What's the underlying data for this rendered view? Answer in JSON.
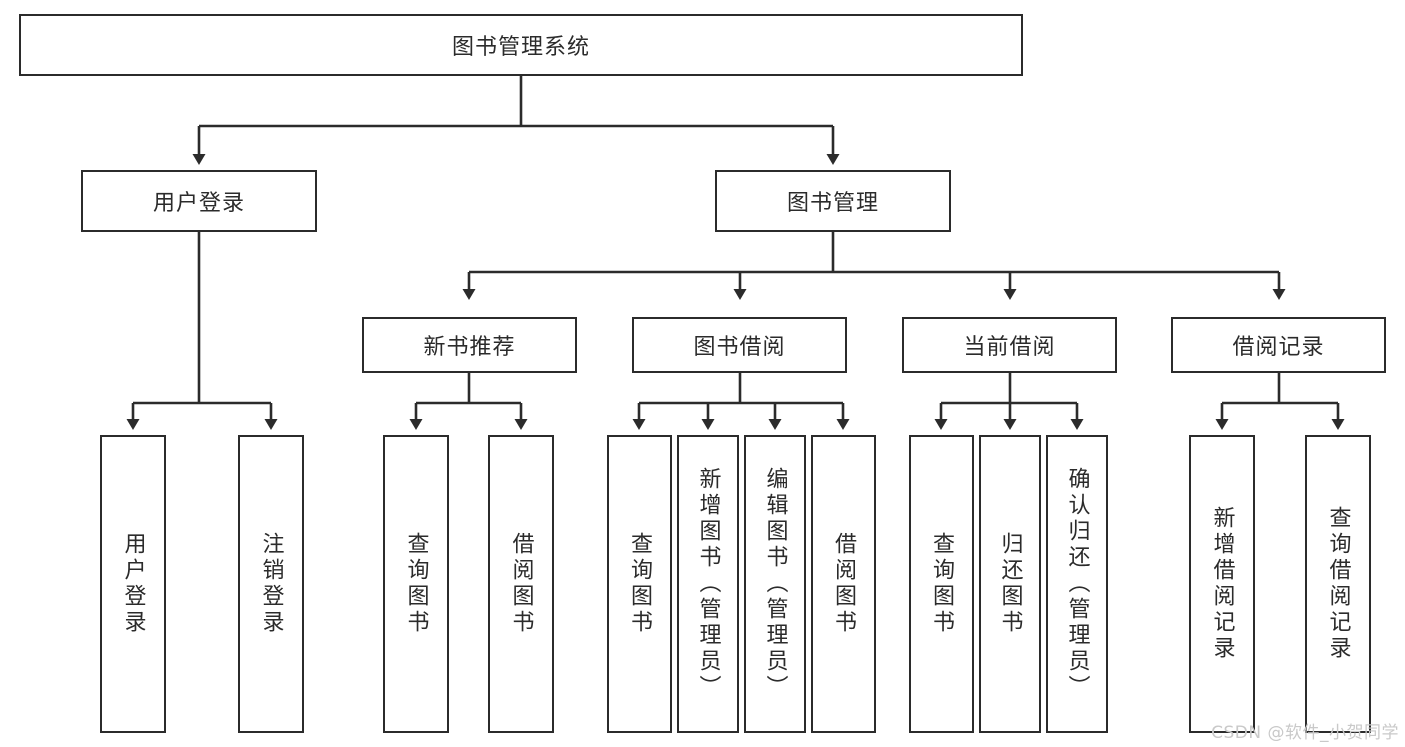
{
  "diagram": {
    "title": "图书管理系统",
    "watermark": "CSDN @软件_小贺同学",
    "colors": {
      "stroke": "#2b2b2b",
      "fill": "#ffffff",
      "watermark": "#c9c9c9"
    },
    "levels": {
      "root": {
        "label": "图书管理系统"
      },
      "level2": [
        {
          "label": "用户登录"
        },
        {
          "label": "图书管理"
        }
      ],
      "level3": [
        {
          "label": "新书推荐"
        },
        {
          "label": "图书借阅"
        },
        {
          "label": "当前借阅"
        },
        {
          "label": "借阅记录"
        }
      ],
      "leaves": {
        "user_login": [
          {
            "label": "用户登录"
          },
          {
            "label": "注销登录"
          }
        ],
        "new_book": [
          {
            "label": "查询图书"
          },
          {
            "label": "借阅图书"
          }
        ],
        "book_borrow": [
          {
            "label": "查询图书"
          },
          {
            "label": "新增图书（管理员）"
          },
          {
            "label": "编辑图书（管理员）"
          },
          {
            "label": "借阅图书"
          }
        ],
        "current_borrow": [
          {
            "label": "查询图书"
          },
          {
            "label": "归还图书"
          },
          {
            "label": "确认归还（管理员）"
          }
        ],
        "borrow_record": [
          {
            "label": "新增借阅记录"
          },
          {
            "label": "查询借阅记录"
          }
        ]
      }
    }
  }
}
